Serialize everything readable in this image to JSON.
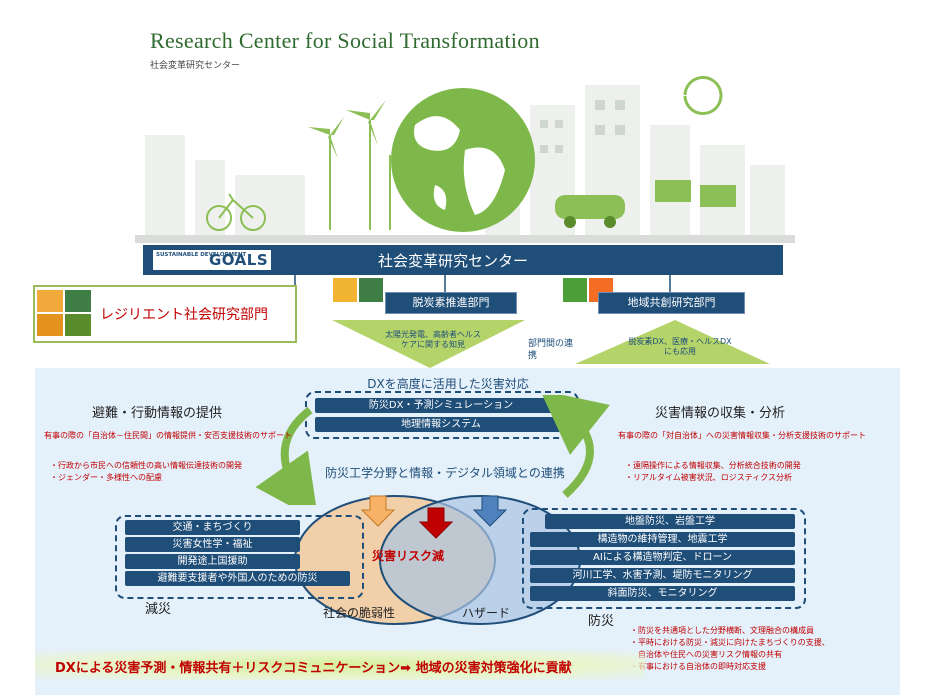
{
  "header": {
    "title_en": "Research Center for Social Transformation",
    "title_jp": "社会変革研究センター"
  },
  "banner": {
    "sdg_small": "SUSTAINABLE DEVELOPMENT",
    "sdg_big": "GOALS",
    "title": "社会変革研究センター"
  },
  "departments": {
    "decarb": "脱炭素推進部門",
    "regional": "地域共創研究部門",
    "resilient": "レジリエント社会研究部門"
  },
  "links": {
    "left_triangle": "太陽光発電、高齢者ヘルスケアに関する知見",
    "center": "部門間の連携",
    "right_triangle": "脱炭素DX、医療・ヘルスDXにも応用"
  },
  "dx": {
    "title": "DXを高度に活用した災害対応",
    "items": [
      "防災DX・予測シミュレーション",
      "地理情報システム"
    ],
    "collab": "防災工学分野と情報・デジタル領域との連携"
  },
  "left_section": {
    "heading": "避難・行動情報の提供",
    "desc1": "有事の際の「自治体－住民間」の情報提供・安否支援技術のサポート",
    "bullets": [
      "・行政から市民への信頼性の高い情報伝達技術の開発",
      "・ジェンダー・多様性への配慮"
    ]
  },
  "right_section": {
    "heading": "災害情報の収集・分析",
    "desc1": "有事の際の「対自治体」への災害情報収集・分析支援技術のサポート",
    "bullets": [
      "・遠隔操作による情報収集、分析統合技術の開発",
      "・リアルタイム被害状況、ロジスティクス分析"
    ]
  },
  "mitigation": {
    "items": [
      "交通・まちづくり",
      "災害女性学・福祉",
      "開発途上国援助",
      "避難要支援者や外国人のための防災"
    ],
    "label": "減災"
  },
  "prevention": {
    "items": [
      "地盤防災、岩盤工学",
      "構造物の維持管理、地震工学",
      "AIによる構造物判定、ドローン",
      "河川工学、水害予測、堤防モニタリング",
      "斜面防災、モニタリング"
    ],
    "label": "防災",
    "notes": [
      "・防災を共通項とした分野横断、文理融合の構成員",
      "・平時における防災・減災に向けたまちづくりの支援、",
      "　自治体や住民への災害リスク情報の共有",
      "・有事における自治体の即時対応支援"
    ]
  },
  "venn": {
    "center": "災害リスク減",
    "left": "社会の脆弱性",
    "right": "ハザード"
  },
  "bottom": "DXによる災害予測・情報共有＋リスクコミュニケーション➡ 地域の災害対策強化に貢献",
  "colors": {
    "navy": "#1f4e79",
    "green": "#9bbb59",
    "red": "#c00000",
    "panel": "#e4f0fa"
  }
}
